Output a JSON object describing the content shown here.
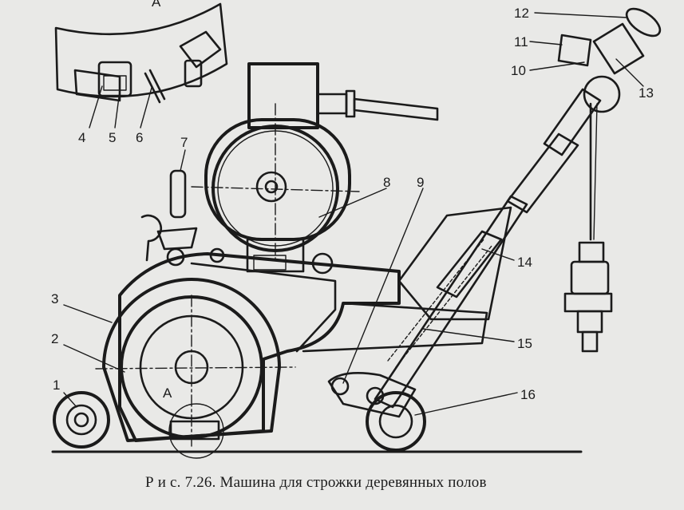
{
  "figure": {
    "caption": "Р и с. 7.26. Машина для строжки деревянных полов",
    "detail_label": "A",
    "section_marker_label": "A",
    "callouts": [
      "1",
      "2",
      "3",
      "4",
      "5",
      "6",
      "7",
      "8",
      "9",
      "10",
      "11",
      "12",
      "13",
      "14",
      "15",
      "16"
    ]
  }
}
